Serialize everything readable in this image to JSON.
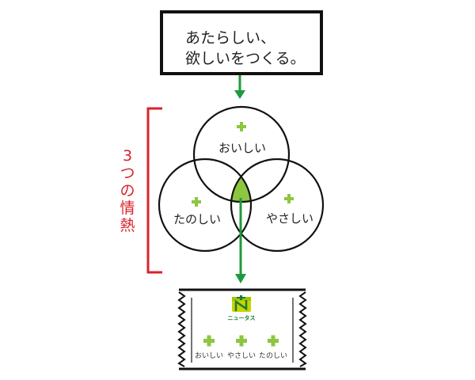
{
  "slogan": {
    "line1": "あたらしい、",
    "line2": "欲しいをつくる。"
  },
  "bracket_label": {
    "chars": [
      "3",
      "つ",
      "の",
      "情",
      "熱"
    ],
    "text": "3つの情熱",
    "color": "#d8232a"
  },
  "venn": {
    "circles": [
      {
        "label": "おいしい",
        "position": "top"
      },
      {
        "label": "たのしい",
        "position": "left"
      },
      {
        "label": "やさしい",
        "position": "right"
      }
    ],
    "intersection_color": "#8dc63f",
    "plus_color": "#8dc63f"
  },
  "arrow_color": "#1e9a3e",
  "product": {
    "brand": "ニュータス",
    "logo_letter": "N",
    "features": [
      "おいしい",
      "やさしい",
      "たのしい"
    ]
  }
}
